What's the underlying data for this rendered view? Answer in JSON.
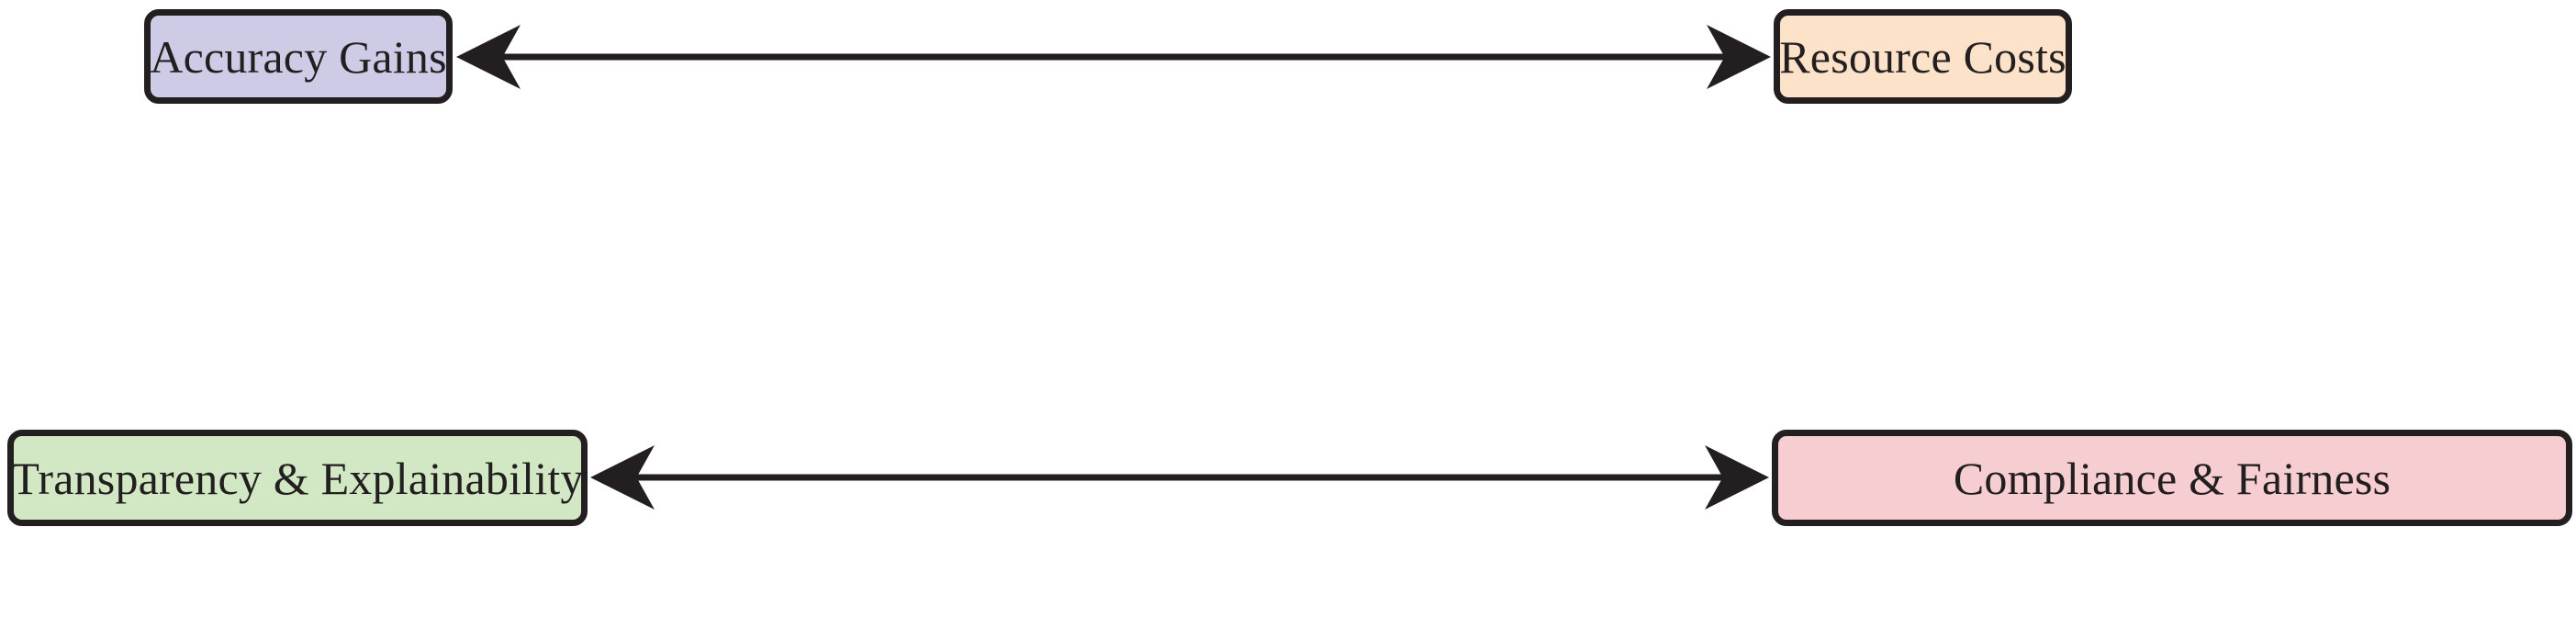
{
  "diagram": {
    "type": "relationship-diagram",
    "background_color": "#ffffff",
    "stroke_color": "#231f20",
    "nodes": [
      {
        "id": "accuracy-gains",
        "label": "Accuracy Gains",
        "fill": "#cdcbe6",
        "row": "top",
        "side": "left"
      },
      {
        "id": "resource-costs",
        "label": "Resource Costs",
        "fill": "#fbe2c9",
        "row": "top",
        "side": "right"
      },
      {
        "id": "transparency-explainability",
        "label": "Transparency & Explainability",
        "fill": "#d2e8c4",
        "row": "bottom",
        "side": "left"
      },
      {
        "id": "compliance-fairness",
        "label": "Compliance & Fairness",
        "fill": "#f6cdd0",
        "row": "bottom",
        "side": "right"
      }
    ],
    "edges": [
      {
        "id": "edge-top",
        "from": "accuracy-gains",
        "to": "resource-costs",
        "label": "",
        "direction": "bidirectional",
        "color": "#231f20"
      },
      {
        "id": "edge-bottom",
        "from": "transparency-explainability",
        "to": "compliance-fairness",
        "label": "",
        "direction": "bidirectional",
        "color": "#231f20"
      }
    ]
  }
}
